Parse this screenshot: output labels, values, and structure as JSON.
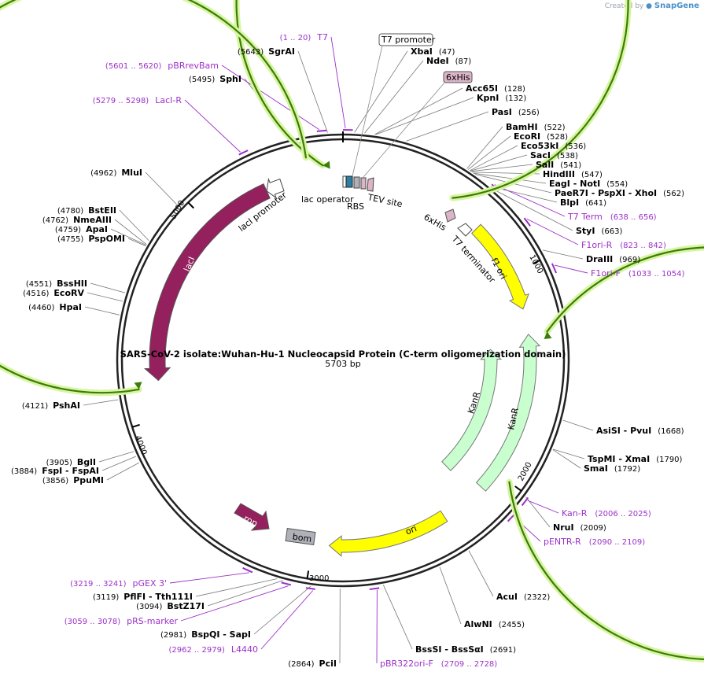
{
  "brand": {
    "created_by": "Created by",
    "name": "SnapGene"
  },
  "plasmid": {
    "name": "SARS-CoV-2 isolate:Wuhan-Hu-1 Nucleocapsid Protein (C-term oligomerization domain)",
    "length_label": "5703 bp",
    "length": 5703
  },
  "ticks": [
    {
      "pos": 1000,
      "label": "1000"
    },
    {
      "pos": 2000,
      "label": "2000"
    },
    {
      "pos": 3000,
      "label": "3000"
    },
    {
      "pos": 4000,
      "label": "4000"
    },
    {
      "pos": 5000,
      "label": "5000"
    }
  ],
  "enzymes": [
    {
      "label": "SgrAI",
      "pos_text": "(5643)",
      "pos": 5643,
      "side": "L"
    },
    {
      "label": "SphI",
      "pos_text": "(5495)",
      "pos": 5495,
      "side": "L"
    },
    {
      "label": "MluI",
      "pos_text": "(4962)",
      "pos": 4962,
      "side": "L"
    },
    {
      "label": "BstEII",
      "pos_text": "(4780)",
      "pos": 4780,
      "side": "L"
    },
    {
      "label": "NmeAIII",
      "pos_text": "(4762)",
      "pos": 4762,
      "side": "L"
    },
    {
      "label": "ApaI",
      "pos_text": "(4759)",
      "pos": 4759,
      "side": "L"
    },
    {
      "label": "PspOMI",
      "pos_text": "(4755)",
      "pos": 4755,
      "side": "L"
    },
    {
      "label": "BssHII",
      "pos_text": "(4551)",
      "pos": 4551,
      "side": "L"
    },
    {
      "label": "EcoRV",
      "pos_text": "(4516)",
      "pos": 4516,
      "side": "L"
    },
    {
      "label": "HpaI",
      "pos_text": "(4460)",
      "pos": 4460,
      "side": "L"
    },
    {
      "label": "PshAI",
      "pos_text": "(4121)",
      "pos": 4121,
      "side": "L"
    },
    {
      "label": "BglI",
      "pos_text": "(3905)",
      "pos": 3905,
      "side": "L"
    },
    {
      "label": "FspI - FspAI",
      "pos_text": "(3884)",
      "pos": 3884,
      "side": "L"
    },
    {
      "label": "PpuMI",
      "pos_text": "(3856)",
      "pos": 3856,
      "side": "L"
    },
    {
      "label": "PflFI - Tth111I",
      "pos_text": "(3119)",
      "pos": 3119,
      "side": "L"
    },
    {
      "label": "BstZ17I",
      "pos_text": "(3094)",
      "pos": 3094,
      "side": "L"
    },
    {
      "label": "BspQI - SapI",
      "pos_text": "(2981)",
      "pos": 2981,
      "side": "L"
    },
    {
      "label": "PciI",
      "pos_text": "(2864)",
      "pos": 2864,
      "side": "L"
    },
    {
      "label": "XbaI",
      "pos_text": "(47)",
      "pos": 47,
      "side": "R"
    },
    {
      "label": "NdeI",
      "pos_text": "(87)",
      "pos": 87,
      "side": "R"
    },
    {
      "label": "Acc65I",
      "pos_text": "(128)",
      "pos": 128,
      "side": "R"
    },
    {
      "label": "KpnI",
      "pos_text": "(132)",
      "pos": 132,
      "side": "R"
    },
    {
      "label": "PasI",
      "pos_text": "(256)",
      "pos": 256,
      "side": "R"
    },
    {
      "label": "BamHI",
      "pos_text": "(522)",
      "pos": 522,
      "side": "R"
    },
    {
      "label": "EcoRI",
      "pos_text": "(528)",
      "pos": 528,
      "side": "R"
    },
    {
      "label": "Eco53kI",
      "pos_text": "(536)",
      "pos": 536,
      "side": "R"
    },
    {
      "label": "SacI",
      "pos_text": "(538)",
      "pos": 538,
      "side": "R"
    },
    {
      "label": "SalI",
      "pos_text": "(541)",
      "pos": 541,
      "side": "R"
    },
    {
      "label": "HindIII",
      "pos_text": "(547)",
      "pos": 547,
      "side": "R"
    },
    {
      "label": "EagI - NotI",
      "pos_text": "(554)",
      "pos": 554,
      "side": "R"
    },
    {
      "label": "PaeR7I - PspXI - XhoI",
      "pos_text": "(562)",
      "pos": 562,
      "side": "R"
    },
    {
      "label": "BlpI",
      "pos_text": "(641)",
      "pos": 641,
      "side": "R"
    },
    {
      "label": "StyI",
      "pos_text": "(663)",
      "pos": 663,
      "side": "R"
    },
    {
      "label": "DraIII",
      "pos_text": "(969)",
      "pos": 969,
      "side": "R"
    },
    {
      "label": "AsiSI - PvuI",
      "pos_text": "(1668)",
      "pos": 1668,
      "side": "R"
    },
    {
      "label": "TspMI - XmaI",
      "pos_text": "(1790)",
      "pos": 1790,
      "side": "R"
    },
    {
      "label": "SmaI",
      "pos_text": "(1792)",
      "pos": 1792,
      "side": "R"
    },
    {
      "label": "NruI",
      "pos_text": "(2009)",
      "pos": 2009,
      "side": "R"
    },
    {
      "label": "AcuI",
      "pos_text": "(2322)",
      "pos": 2322,
      "side": "R"
    },
    {
      "label": "AlwNI",
      "pos_text": "(2455)",
      "pos": 2455,
      "side": "R"
    },
    {
      "label": "BssSI - BssSαI",
      "pos_text": "(2691)",
      "pos": 2691,
      "side": "R"
    }
  ],
  "primers": [
    {
      "label": "T7",
      "pos_text": "(1 .. 20)",
      "start": 1,
      "end": 20,
      "side": "L"
    },
    {
      "label": "pBRrevBam",
      "pos_text": "(5601 .. 5620)",
      "start": 5601,
      "end": 5620,
      "side": "L"
    },
    {
      "label": "LacI-R",
      "pos_text": "(5279 .. 5298)",
      "start": 5279,
      "end": 5298,
      "side": "L"
    },
    {
      "label": "pGEX 3'",
      "pos_text": "(3219 .. 3241)",
      "start": 3219,
      "end": 3241,
      "side": "L"
    },
    {
      "label": "pRS-marker",
      "pos_text": "(3059 .. 3078)",
      "start": 3059,
      "end": 3078,
      "side": "L"
    },
    {
      "label": "L4440",
      "pos_text": "(2962 .. 2979)",
      "start": 2962,
      "end": 2979,
      "side": "L"
    },
    {
      "label": "T7 Term",
      "pos_text": "(638 .. 656)",
      "start": 638,
      "end": 656,
      "side": "R"
    },
    {
      "label": "F1ori-R",
      "pos_text": "(823 .. 842)",
      "start": 823,
      "end": 842,
      "side": "R"
    },
    {
      "label": "F1ori-F",
      "pos_text": "(1033 .. 1054)",
      "start": 1033,
      "end": 1054,
      "side": "R"
    },
    {
      "label": "Kan-R",
      "pos_text": "(2006 .. 2025)",
      "start": 2006,
      "end": 2025,
      "side": "R"
    },
    {
      "label": "pENTR-R",
      "pos_text": "(2090 .. 2109)",
      "start": 2090,
      "end": 2109,
      "side": "R"
    },
    {
      "label": "pBR322ori-F",
      "pos_text": "(2709 .. 2728)",
      "start": 2709,
      "end": 2728,
      "side": "R"
    }
  ],
  "features": [
    {
      "name": "T7 promoter",
      "boxed": true
    },
    {
      "name": "6xHis",
      "boxed": true,
      "color": "#dcb4c8"
    },
    {
      "name": "lac operator"
    },
    {
      "name": "RBS"
    },
    {
      "name": "TEV site"
    },
    {
      "name": "6xHis"
    },
    {
      "name": "T7 terminator"
    },
    {
      "name": "lacI promoter"
    },
    {
      "name": "lacI"
    },
    {
      "name": "f1 ori"
    },
    {
      "name": "KanR"
    },
    {
      "name": "KanR"
    },
    {
      "name": "ori"
    },
    {
      "name": "rop"
    },
    {
      "name": "bom"
    }
  ],
  "colors": {
    "backbone": "#222222",
    "cds": "#95205e",
    "f1ori": "#ffff00",
    "kanr": "#c9ffcf",
    "orf": "#3a7d0a",
    "orf_glow": "#d8f5a0",
    "primer": "#9b30c8",
    "bom": "#b0b0b8",
    "operator": "#2d7fa1"
  }
}
